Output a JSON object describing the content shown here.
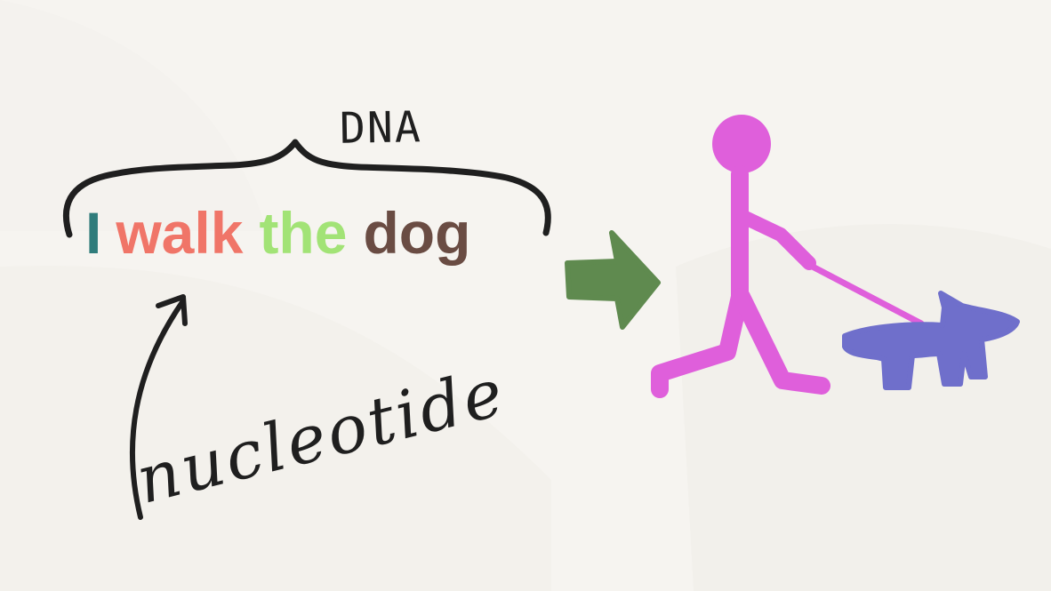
{
  "sentence": {
    "word1": "I",
    "word2": "walk",
    "word3": "the",
    "word4": "dog"
  },
  "labels": {
    "brace": "DNA",
    "pointer": "nucleotide"
  },
  "colors": {
    "background": "#f6f4f0",
    "word_i": "#2f7c7b",
    "word_walk": "#f07568",
    "word_the": "#a2e376",
    "word_dog": "#6a4c43",
    "arrow": "#5f8a4f",
    "person": "#df5fdb",
    "dog": "#6f6fcb",
    "ink": "#1f1f1f"
  },
  "icons": {
    "brace": "curly-brace-icon",
    "pointer_arrow": "curved-arrow-icon",
    "result_arrow": "right-arrow-icon",
    "person": "stick-figure-icon",
    "dog": "dog-icon"
  }
}
